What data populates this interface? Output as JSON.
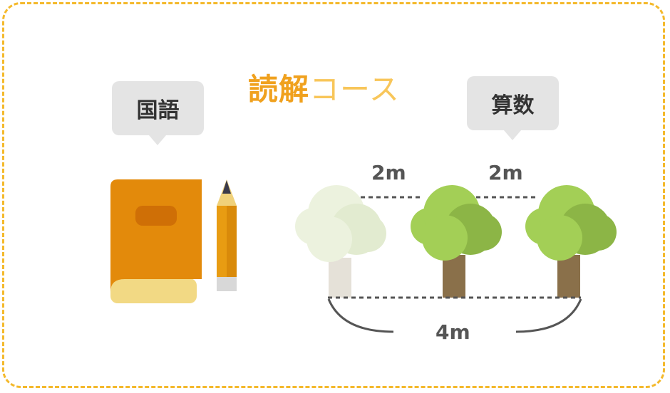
{
  "title": {
    "part1": "読解",
    "part2": "コース"
  },
  "bubbles": {
    "left": "国語",
    "right": "算数"
  },
  "distances": {
    "gap1": "2m",
    "gap2": "2m",
    "total": "4m"
  },
  "colors": {
    "frame": "#f4b92c",
    "title_dark": "#f0a11e",
    "title_light": "#f8c65a",
    "book": "#e38a0b",
    "book_pages": "#f2d984",
    "pencil": "#e89c12",
    "tree_foliage": "#a3cf56",
    "tree_trunk": "#8a704a",
    "faded_foliage": "#ecf2de",
    "faded_trunk": "#e5e1d8"
  },
  "icons": [
    "book-icon",
    "pencil-icon",
    "faded-tree-icon",
    "tree-icon",
    "tree-icon"
  ]
}
